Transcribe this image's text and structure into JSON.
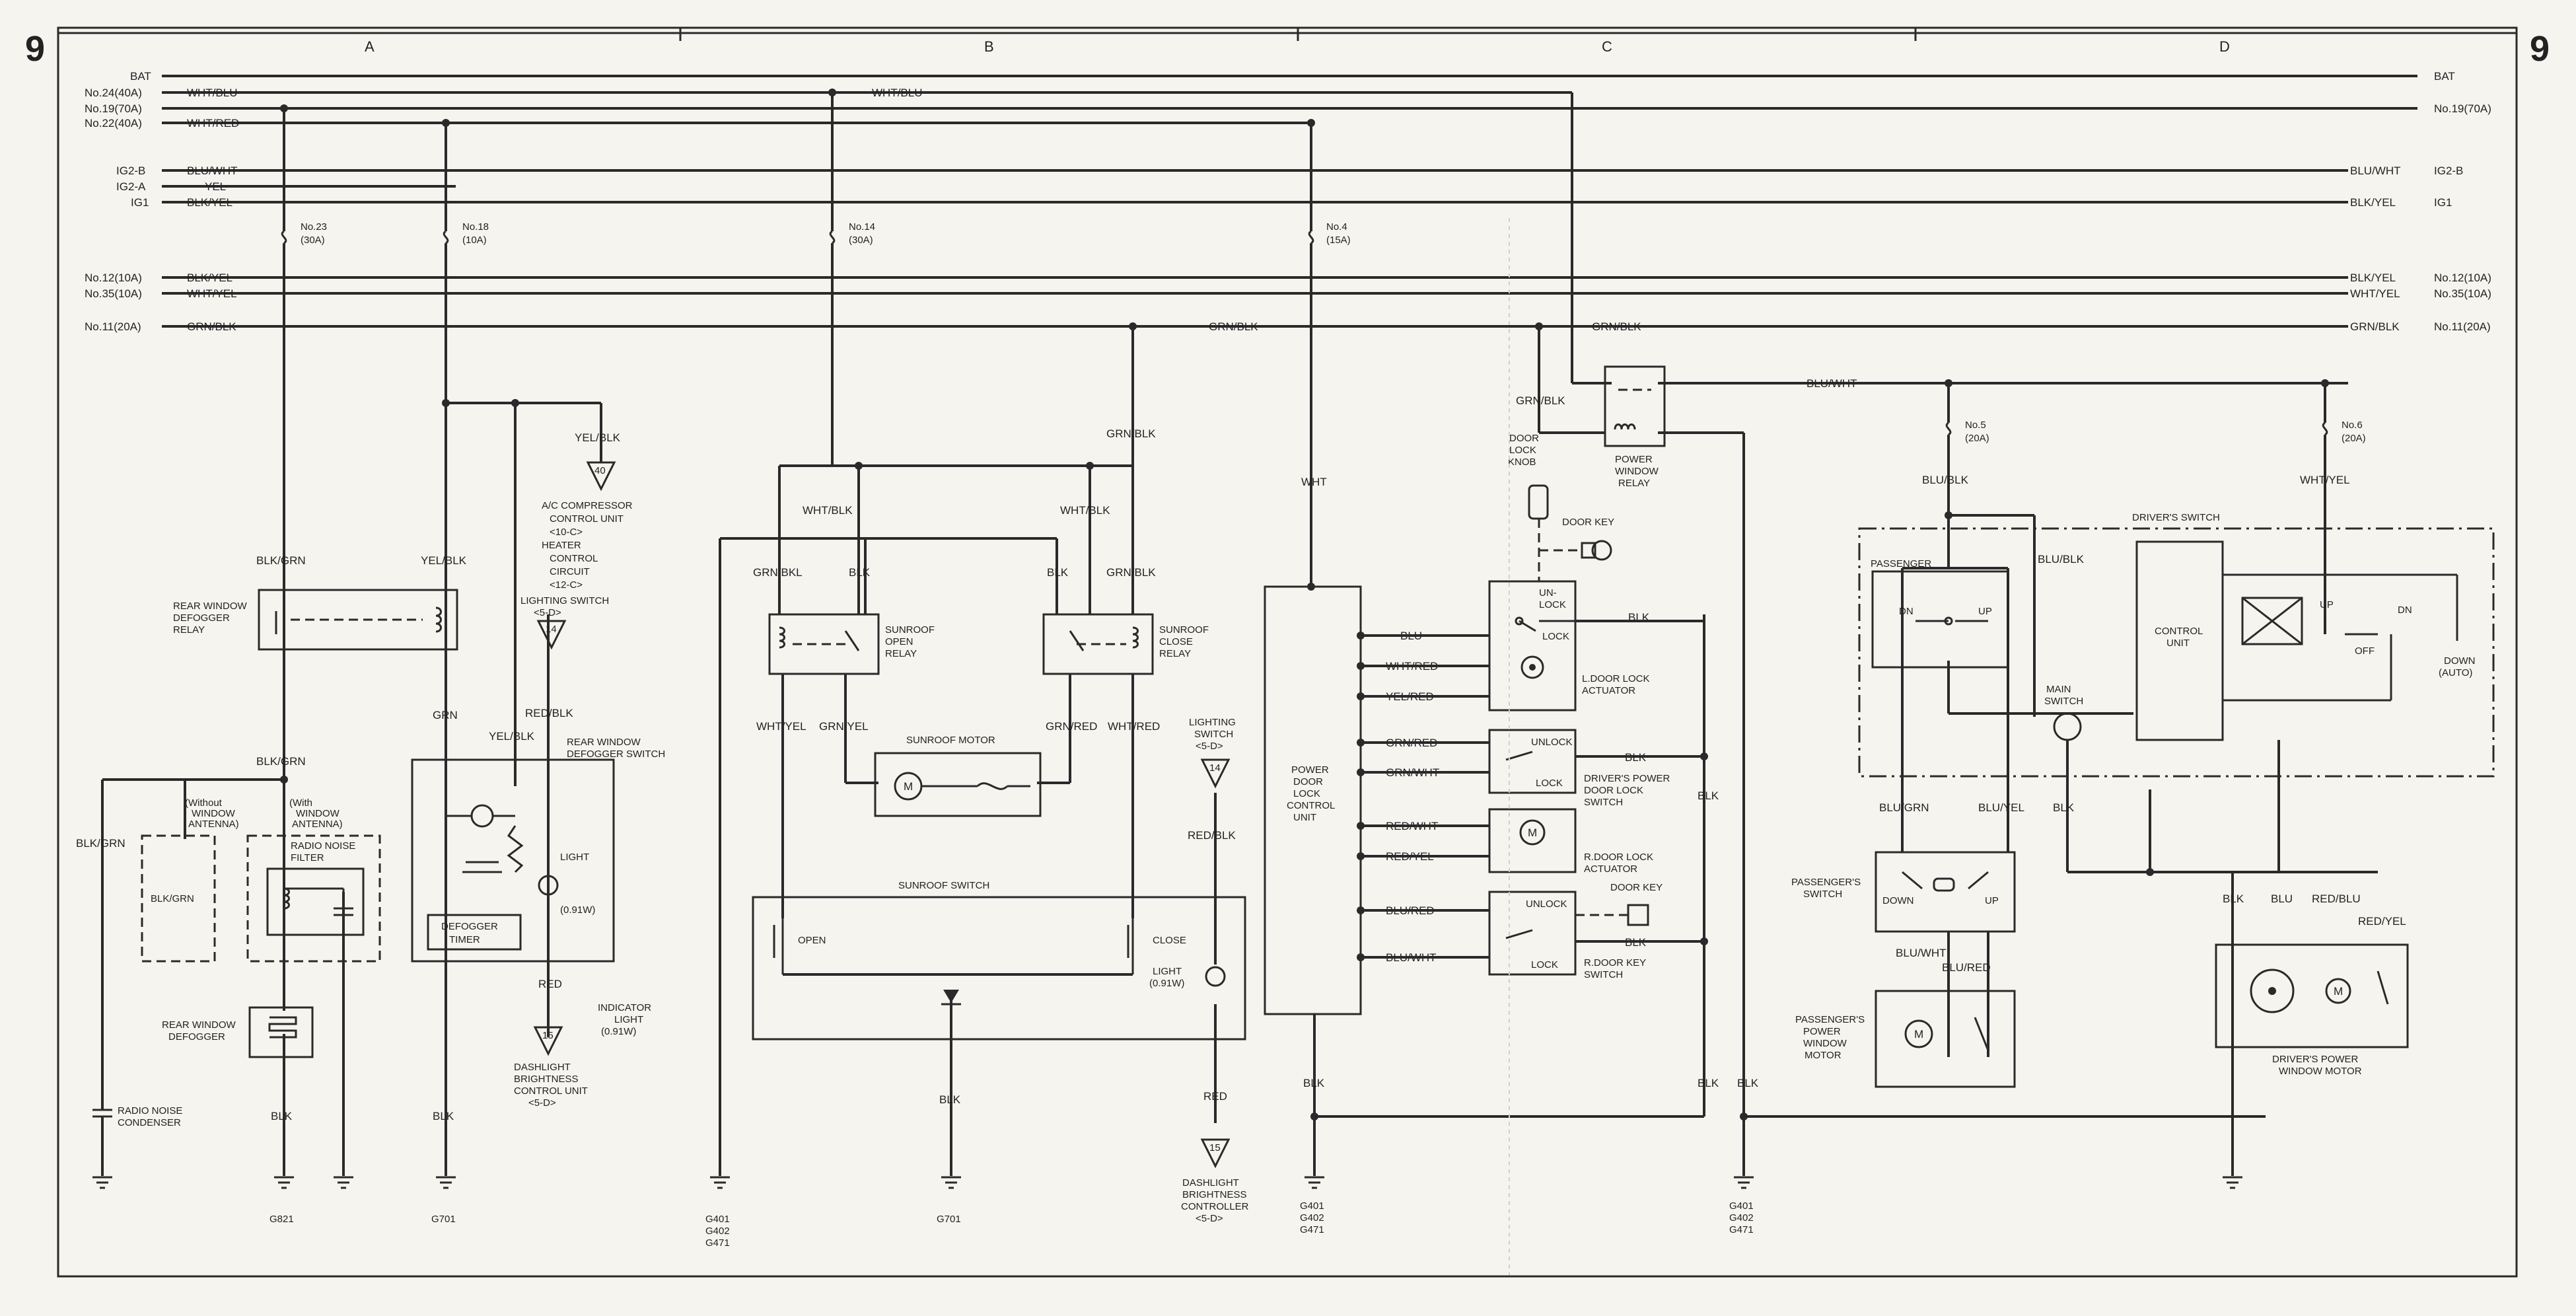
{
  "page": {
    "number_left": "9",
    "number_right": "9"
  },
  "sections": [
    "A",
    "B",
    "C",
    "D"
  ],
  "buses": [
    {
      "left": "BAT",
      "right": "BAT"
    },
    {
      "left": "No.24(40A)",
      "color": "WHT/BLU"
    },
    {
      "left": "No.19(70A)",
      "right": "No.19(70A)"
    },
    {
      "left": "No.22(40A)",
      "color": "WHT/RED"
    },
    {
      "left": "IG2-B",
      "color": "BLU/WHT",
      "right": "IG2-B"
    },
    {
      "left": "IG2-A",
      "color": "YEL"
    },
    {
      "left": "IG1",
      "color": "BLK/YEL",
      "right": "IG1"
    },
    {
      "left": "No.12(10A)",
      "color": "BLK/YEL",
      "right": "No.12(10A)"
    },
    {
      "left": "No.35(10A)",
      "color": "WHT/YEL",
      "right": "No.35(10A)"
    },
    {
      "left": "No.11(20A)",
      "color": "GRN/BLK",
      "right": "No.11(20A)"
    }
  ],
  "fuses": [
    {
      "name": "No.23",
      "rating": "(30A)"
    },
    {
      "name": "No.18",
      "rating": "(10A)"
    },
    {
      "name": "No.14",
      "rating": "(30A)"
    },
    {
      "name": "No.4",
      "rating": "(15A)"
    },
    {
      "name": "No.5",
      "rating": "(20A)"
    },
    {
      "name": "No.6",
      "rating": "(20A)"
    }
  ],
  "wire_labels": {
    "wht_blu": "WHT/BLU",
    "blk_grn": "BLK/GRN",
    "yel_blk": "YEL/BLK",
    "grn": "GRN",
    "red_blk": "RED/BLK",
    "red": "RED",
    "blk": "BLK",
    "wht_blk": "WHT/BLK",
    "grn_bkl": "GRN/BKL",
    "grn_blk": "GRN/BLK",
    "wht_yel": "WHT/YEL",
    "grn_yel": "GRN/YEL",
    "grn_red": "GRN/RED",
    "wht_red": "WHT/RED",
    "wht": "WHT",
    "blu": "BLU",
    "yel_red": "YEL/RED",
    "grn_wht": "GRN/WHT",
    "red_wht": "RED/WHT",
    "red_yel": "RED/YEL",
    "blu_red": "BLU/RED",
    "blu_wht": "BLU/WHT",
    "blu_blk": "BLU/BLK",
    "blu_grn": "BLU/GRN",
    "blu_yel": "BLU/YEL",
    "red_blu": "RED/BLU",
    "red_slash_yel": "RED/YEL"
  },
  "components": {
    "ac": [
      "A/C COMPRESSOR",
      "CONTROL UNIT",
      "<10-C>",
      "HEATER",
      "CONTROL",
      "CIRCUIT",
      "<12-C>"
    ],
    "lighting_switch_a": [
      "LIGHTING SWITCH",
      "<5-D>"
    ],
    "lighting_switch_b": [
      "LIGHTING",
      "SWITCH",
      "<5-D>"
    ],
    "defogger_relay": [
      "REAR WINDOW",
      "DEFOGGER",
      "RELAY"
    ],
    "defogger_switch": [
      "REAR WINDOW",
      "DEFOGGER SWITCH"
    ],
    "light": "LIGHT",
    "light_w": "(0.91W)",
    "defogger_timer": [
      "DEFOGGER",
      "TIMER"
    ],
    "indicator": [
      "INDICATOR",
      "LIGHT",
      "(0.91W)"
    ],
    "dashlight_a": [
      "DASHLIGHT",
      "BRIGHTNESS",
      "CONTROL UNIT",
      "<5-D>"
    ],
    "without_antenna": [
      "(Without",
      "WINDOW",
      "ANTENNA)"
    ],
    "with_antenna": [
      "(With",
      "WINDOW",
      "ANTENNA)"
    ],
    "noise_filter": [
      "RADIO NOISE",
      "FILTER"
    ],
    "rear_defogger": [
      "REAR WINDOW",
      "DEFOGGER"
    ],
    "condenser": [
      "RADIO NOISE",
      "CONDENSER"
    ],
    "sunroof_open": [
      "SUNROOF",
      "OPEN",
      "RELAY"
    ],
    "sunroof_close": [
      "SUNROOF",
      "CLOSE",
      "RELAY"
    ],
    "sunroof_motor": "SUNROOF MOTOR",
    "sunroof_switch": "SUNROOF SWITCH",
    "open": "OPEN",
    "close": "CLOSE",
    "dashlight_b": [
      "DASHLIGHT",
      "BRIGHTNESS",
      "CONTROLLER",
      "<5-D>"
    ],
    "pdl_unit": [
      "POWER",
      "DOOR",
      "LOCK",
      "CONTROL",
      "UNIT"
    ],
    "door_lock_knob": [
      "DOOR",
      "LOCK",
      "KNOB"
    ],
    "door_key": "DOOR KEY",
    "un_lock": [
      "UN-",
      "LOCK"
    ],
    "lock": "LOCK",
    "unlock": "UNLOCK",
    "l_actuator": [
      "L.DOOR LOCK",
      "ACTUATOR"
    ],
    "drv_lock_sw": [
      "DRIVER'S POWER",
      "DOOR LOCK",
      "SWITCH"
    ],
    "r_actuator": [
      "R.DOOR LOCK",
      "ACTUATOR"
    ],
    "r_key_sw": [
      "R.DOOR KEY",
      "SWITCH"
    ],
    "pw_relay": [
      "POWER",
      "WINDOW",
      "RELAY"
    ],
    "drivers_switch": "DRIVER'S SWITCH",
    "passenger": "PASSENGER",
    "dn": "DN",
    "up": "UP",
    "off": "OFF",
    "down_auto": [
      "DOWN",
      "(AUTO)"
    ],
    "main_switch": [
      "MAIN",
      "SWITCH"
    ],
    "control_unit": [
      "CONTROL",
      "UNIT"
    ],
    "pass_switch": [
      "PASSENGER'S",
      "SWITCH"
    ],
    "down": "DOWN",
    "pass_motor": [
      "PASSENGER'S",
      "POWER",
      "WINDOW",
      "MOTOR"
    ],
    "drv_motor": [
      "DRIVER'S POWER",
      "WINDOW MOTOR"
    ],
    "m": "M"
  },
  "connectors": {
    "c40": "40",
    "c14a": "14",
    "c15a": "15",
    "c14b": "14",
    "c15b": "15"
  },
  "grounds": {
    "g821": "G821",
    "g701a": "G701",
    "g701b": "G701",
    "g401": [
      "G401",
      "G402",
      "G471"
    ]
  }
}
